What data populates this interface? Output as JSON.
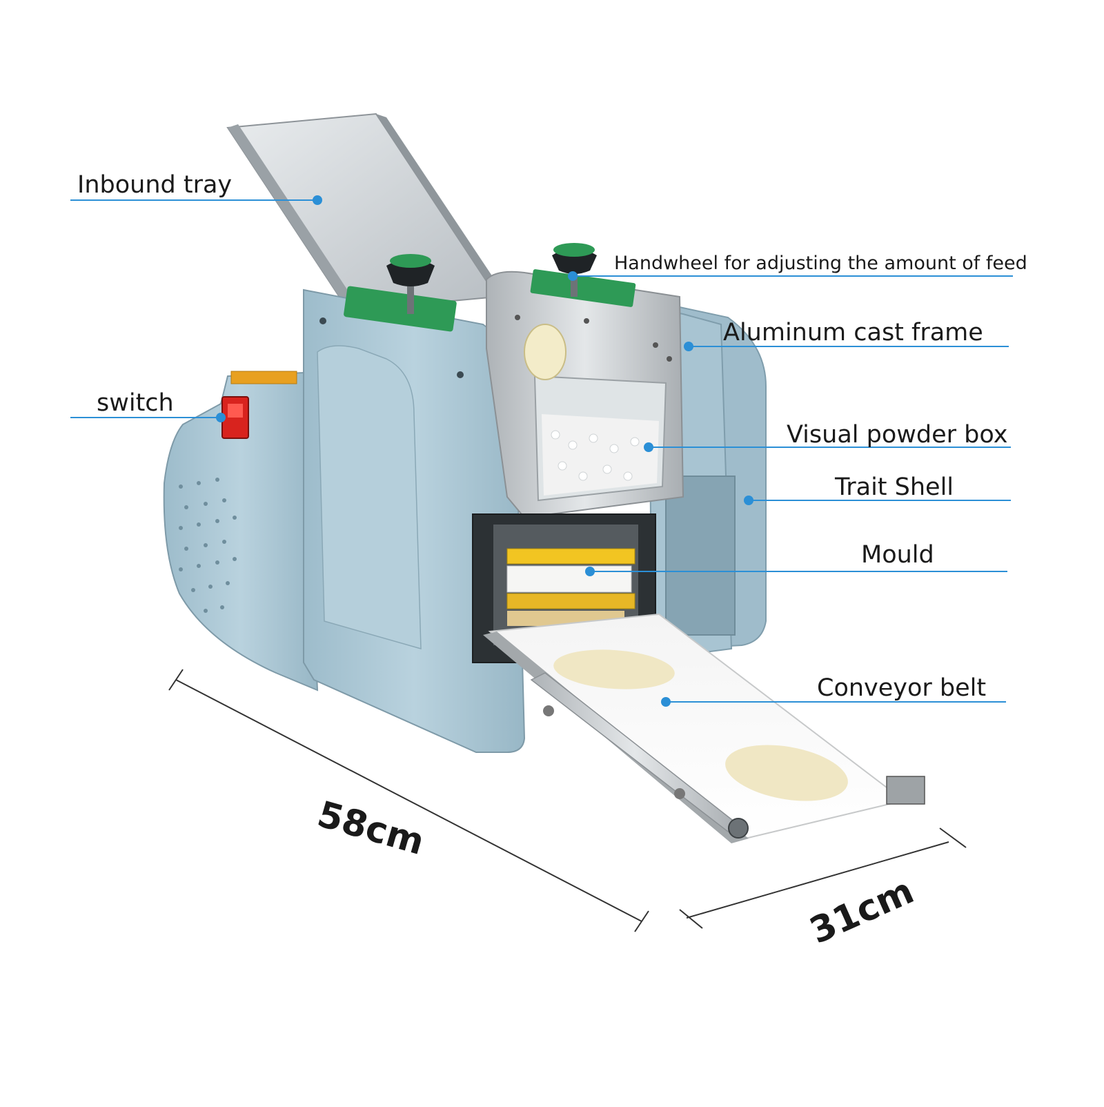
{
  "callouts": {
    "inbound_tray": "Inbound tray",
    "switch": "switch",
    "handwheel": "Handwheel for adjusting the amount of feed",
    "aluminum_frame": "Aluminum cast frame",
    "powder_box": "Visual powder box",
    "trait_shell": "Trait Shell",
    "mould": "Mould",
    "conveyor_belt": "Conveyor belt"
  },
  "dimensions": {
    "length": "58cm",
    "width": "31cm"
  },
  "colors": {
    "leader_line": "#2b8fd6",
    "body_shell": "#a9c6d4",
    "steel": "#cfd3d6"
  }
}
